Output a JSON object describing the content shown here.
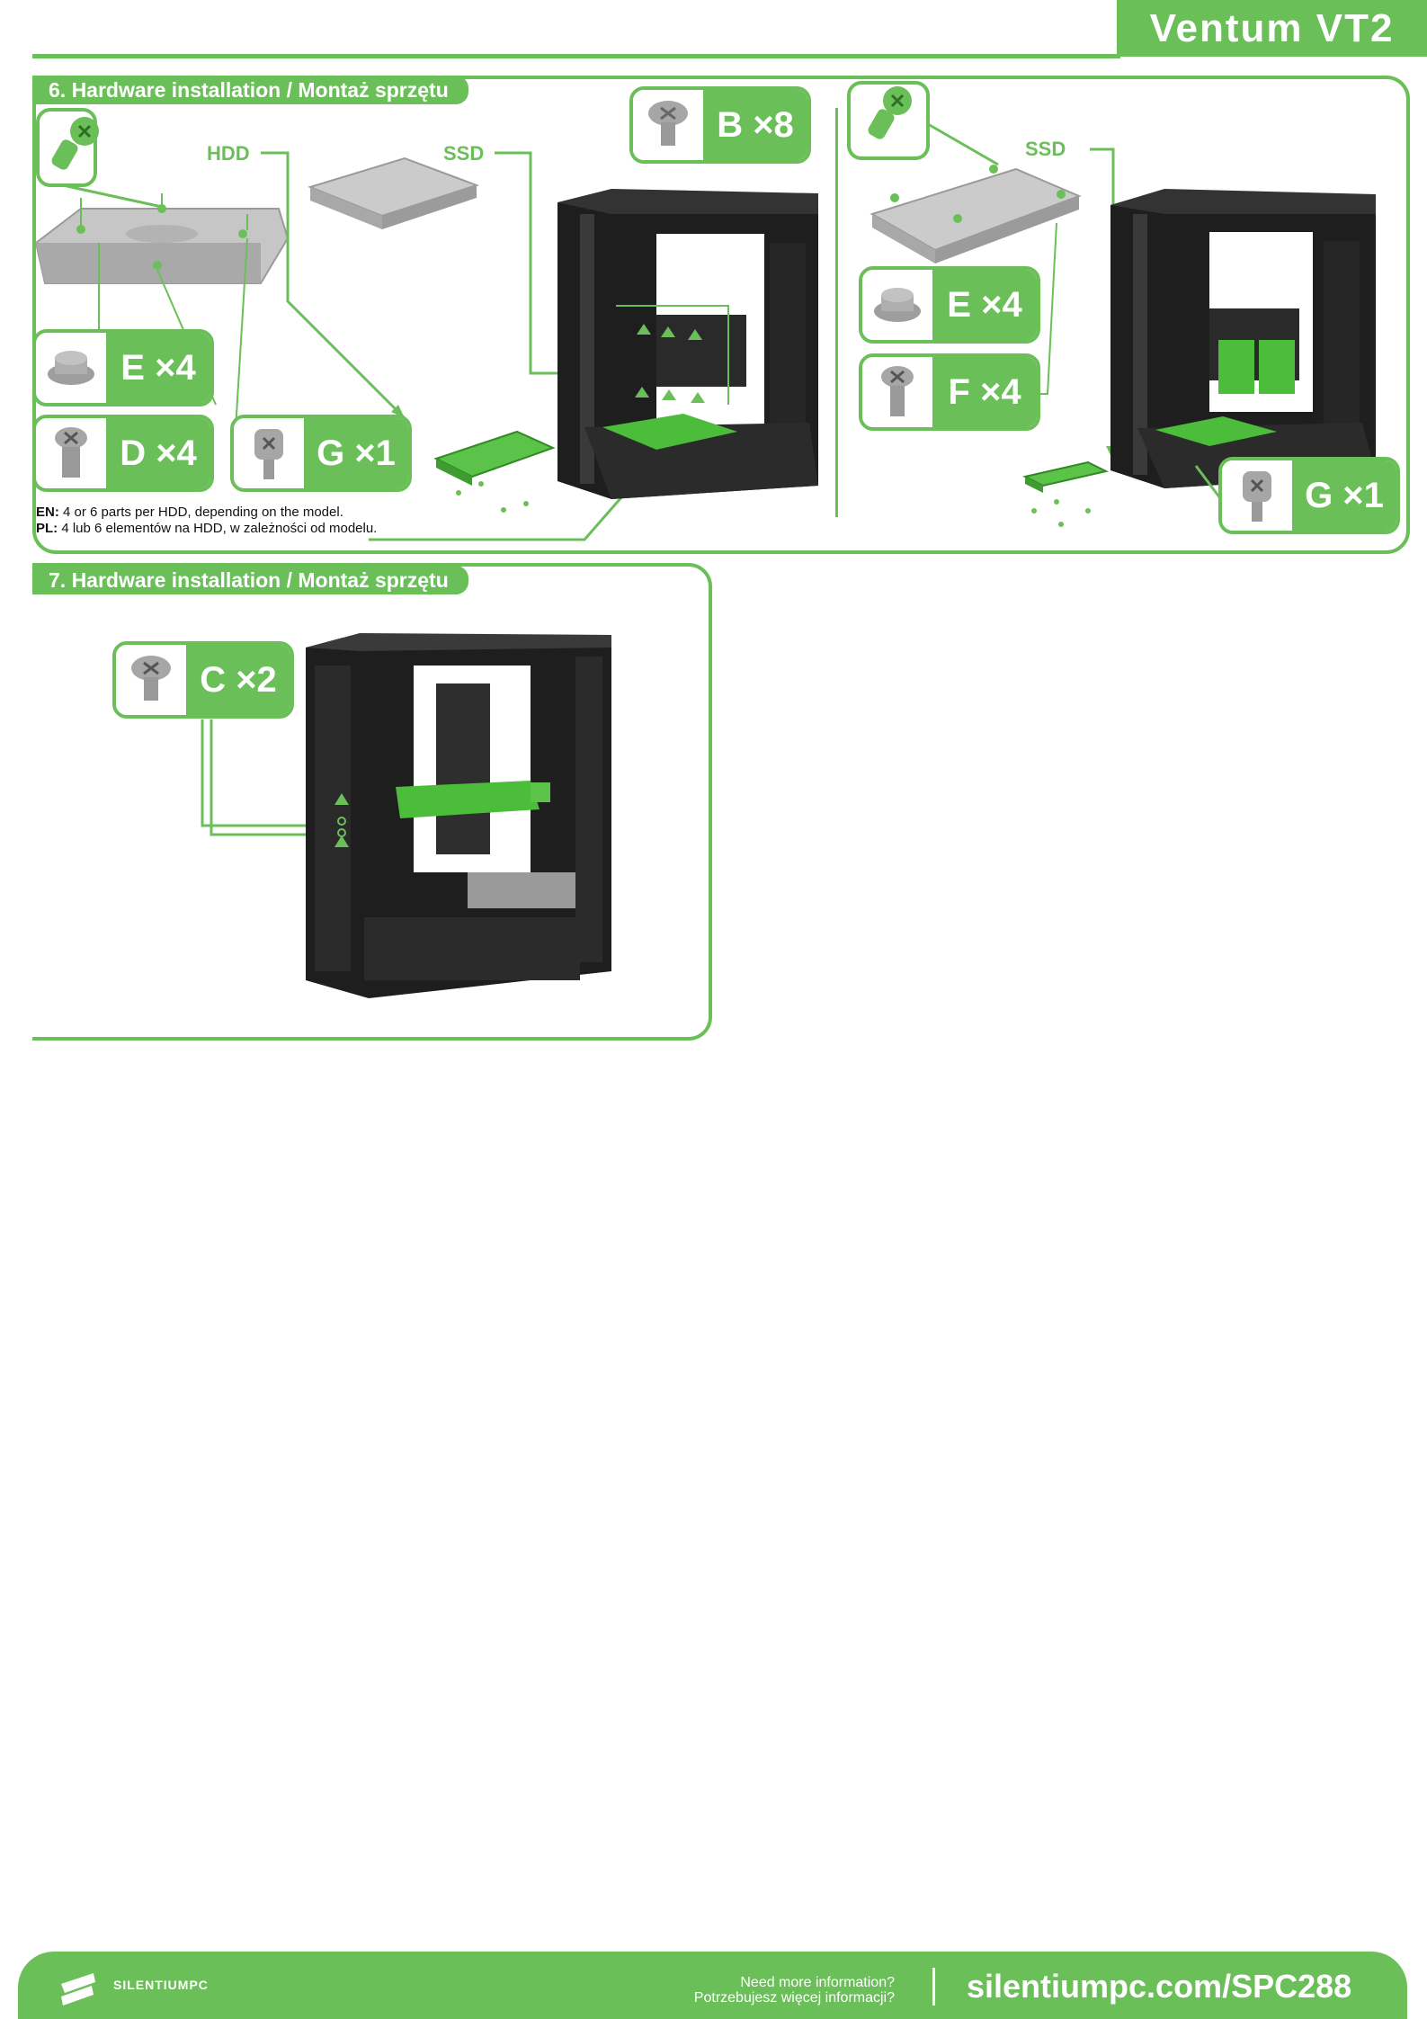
{
  "header": {
    "product_title": "Ventum VT2"
  },
  "section6": {
    "title": "6. Hardware installation / Montaż sprzętu",
    "labels": {
      "hdd": "HDD",
      "ssd_left": "SSD",
      "ssd_right": "SSD"
    },
    "badges": {
      "b": "B ×8",
      "e_left": "E ×4",
      "d": "D ×4",
      "g_left": "G ×1",
      "e_right": "E ×4",
      "f": "F ×4",
      "g_right": "G ×1"
    },
    "note": {
      "en_prefix": "EN:",
      "en_text": " 4 or 6 parts per HDD, depending on the model.",
      "pl_prefix": "PL:",
      "pl_text": " 4 lub 6 elementów na HDD, w zależności od modelu."
    }
  },
  "section7": {
    "title": "7. Hardware installation / Montaż sprzętu",
    "badges": {
      "c": "C ×2"
    }
  },
  "footer": {
    "brand": "SILENTIUMPC",
    "question_en": "Need more information?",
    "question_pl": "Potrzebujesz więcej informacji?",
    "url": "silentiumpc.com/SPC288"
  },
  "colors": {
    "accent": "#6bbf59",
    "case": "#1e1e1e",
    "part_grey": "#b9b9b9"
  }
}
